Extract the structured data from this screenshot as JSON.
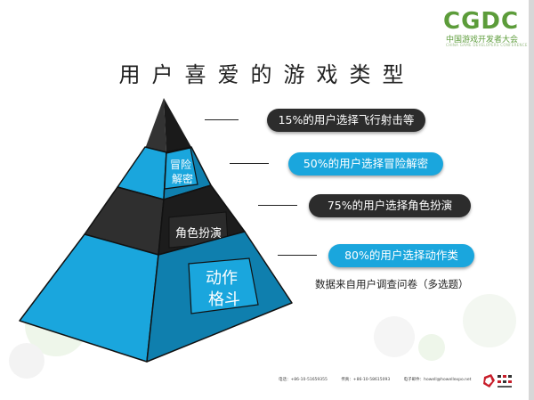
{
  "logo": {
    "mark": "CGDC",
    "subtitle": "中国游戏开发者大会",
    "tagline": "CHINA GAME DEVELOPERS CONFERENCE"
  },
  "title": "用户喜爱的游戏类型",
  "pyramid": {
    "tiers": [
      {
        "label_lines": [
          "冒险",
          "解密"
        ]
      },
      {
        "label_lines": [
          "角色扮演"
        ]
      },
      {
        "label_lines": [
          "动作",
          "格斗"
        ]
      }
    ]
  },
  "callouts": [
    {
      "text": "15%的用户选择飞行射击等",
      "style": "dark"
    },
    {
      "text": "50%的用户选择冒险解密",
      "style": "blue"
    },
    {
      "text": "75%的用户选择角色扮演",
      "style": "dark"
    },
    {
      "text": "80%的用户选择动作类",
      "style": "blue"
    }
  ],
  "source_note": "数据来自用户调查问卷（多选题）",
  "footer": {
    "phone": "电话：+86-10-51659355",
    "fax": "传真：+86-10-58615093",
    "email": "电子邮件：howell@howellexpo.net"
  },
  "colors": {
    "blue": "#1aa6dd",
    "blue_dark": "#0f7fae",
    "dark": "#2f2f2f",
    "dark_side": "#1a1a1a",
    "logo_green": "#5c9c3a"
  }
}
